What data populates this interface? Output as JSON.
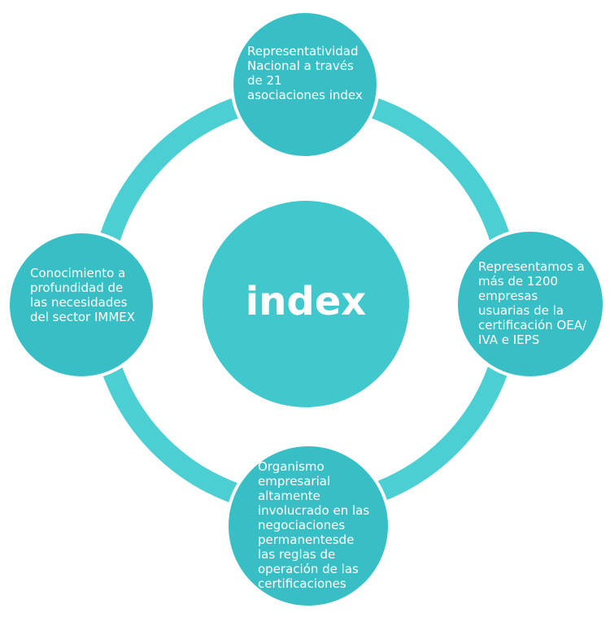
{
  "center": {
    "title": "index"
  },
  "nodes": {
    "top": "Representatividad\nNacional a través\nde 21\nasociaciones index",
    "right": "Representamos a\nmás de 1200\nempresas\nusuarias de la\ncertificación OEA/\nIVA e IEPS",
    "bottom": "  Organismo\n  empresarial\naltamente\ninvolucrado en las\nnegociaciones\npermanentesde\nlas reglas de\noperación de    las\ncertificaciones",
    "left": "Conocimiento a\nprofundidad de\nlas necesidades\ndel sector IMMEX"
  },
  "colors": {
    "ring": "#4ccfd2",
    "node": "#37bfc5",
    "center": "#40c8cc",
    "text": "#ffffff"
  }
}
